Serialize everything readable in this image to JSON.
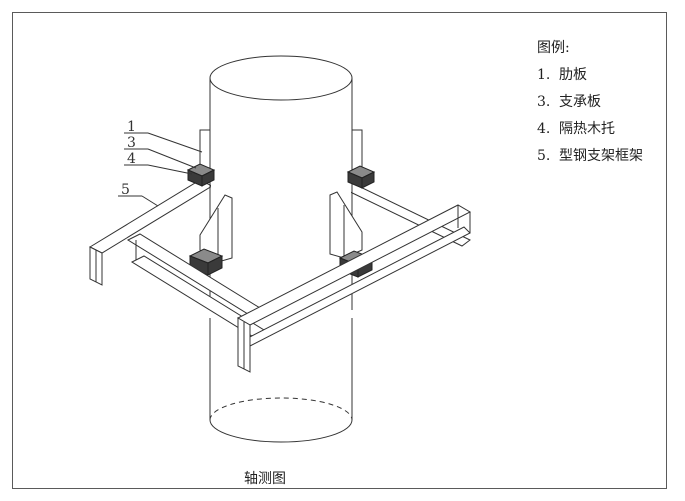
{
  "legend": {
    "title": "图例:",
    "items": [
      {
        "num": "1.",
        "label": "肋板"
      },
      {
        "num": "3.",
        "label": "支承板"
      },
      {
        "num": "4.",
        "label": "隔热木托"
      },
      {
        "num": "5.",
        "label": "型钢支架框架"
      }
    ]
  },
  "caption": "轴测图",
  "callouts": [
    "1",
    "3",
    "4",
    "5"
  ]
}
